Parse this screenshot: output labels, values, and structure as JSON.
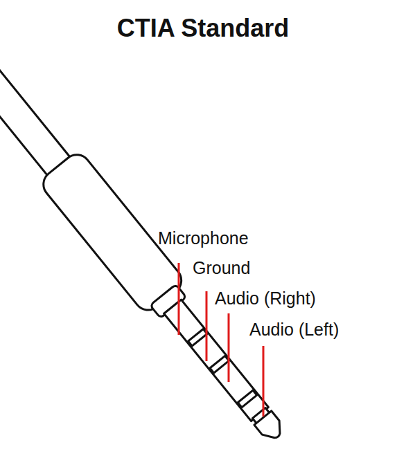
{
  "diagram": {
    "title": "CTIA Standard",
    "labels": [
      "Microphone",
      "Ground",
      "Audio (Right)",
      "Audio (Left)"
    ]
  }
}
